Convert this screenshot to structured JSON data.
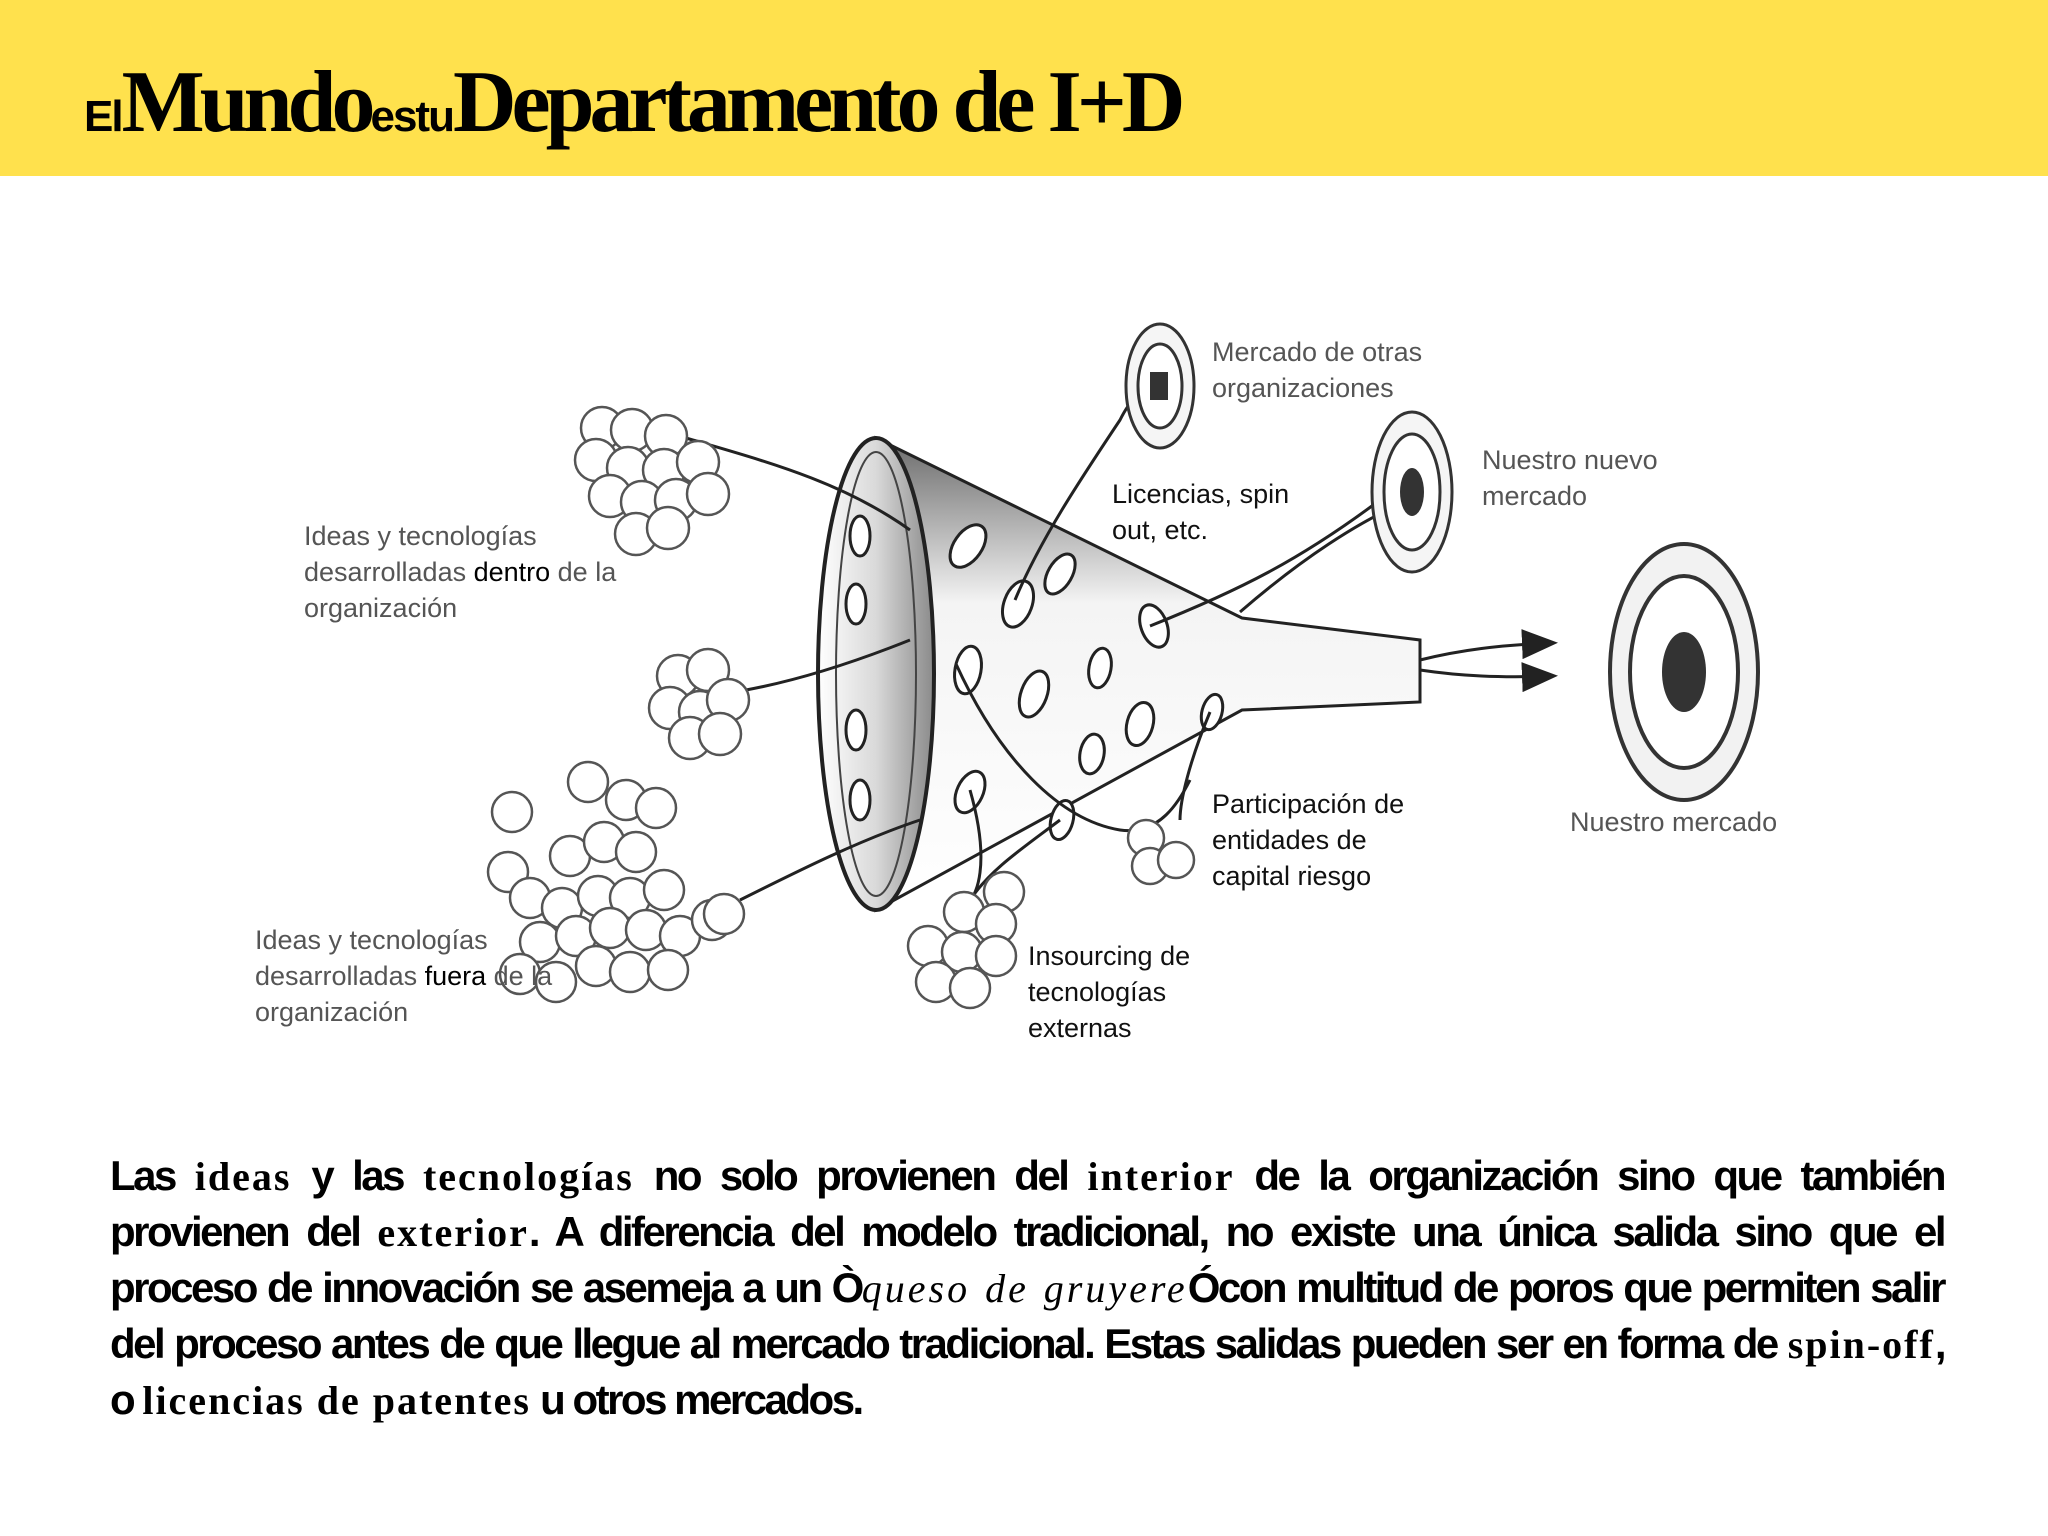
{
  "header": {
    "title_parts": [
      "El ",
      "Mundo ",
      "es ",
      "tu ",
      "Departamento de I+D"
    ]
  },
  "diagram": {
    "labels": {
      "ideas_inside": [
        "Ideas y tecnologías\ndesarrolladas ",
        "dentro",
        " de la\norganización"
      ],
      "ideas_outside": [
        "Ideas y tecnologías\ndesarrolladas ",
        "fuera",
        " de la\norganización"
      ],
      "other_markets": "Mercado de otras\norganizaciones",
      "licenses": "Licencias, spin\nout, etc.",
      "new_market": "Nuestro nuevo\nmercado",
      "our_market": "Nuestro mercado",
      "venture_capital": "Participación de\nentidades de\ncapital riesgo",
      "insourcing": "Insourcing de\ntecnologías\nexternas"
    }
  },
  "paragraph": {
    "segments": [
      "Las ",
      "ideas",
      " y las ",
      "tecnologías",
      " no solo provienen del ",
      "interior",
      " de la organización sino que también provienen del ",
      "exterior",
      ". A diferencia del modelo tradicional, no existe una única salida sino que el proceso de innovación se asemeja a un ",
      "Ò",
      "queso de gruyere",
      "Ó",
      "con multitud de poros que permiten salir del proceso antes de que llegue al mercado tradicional. Estas salidas pueden ser en forma de ",
      "spin-off",
      ", o ",
      "licencias de patentes",
      " u otros mercados."
    ]
  }
}
